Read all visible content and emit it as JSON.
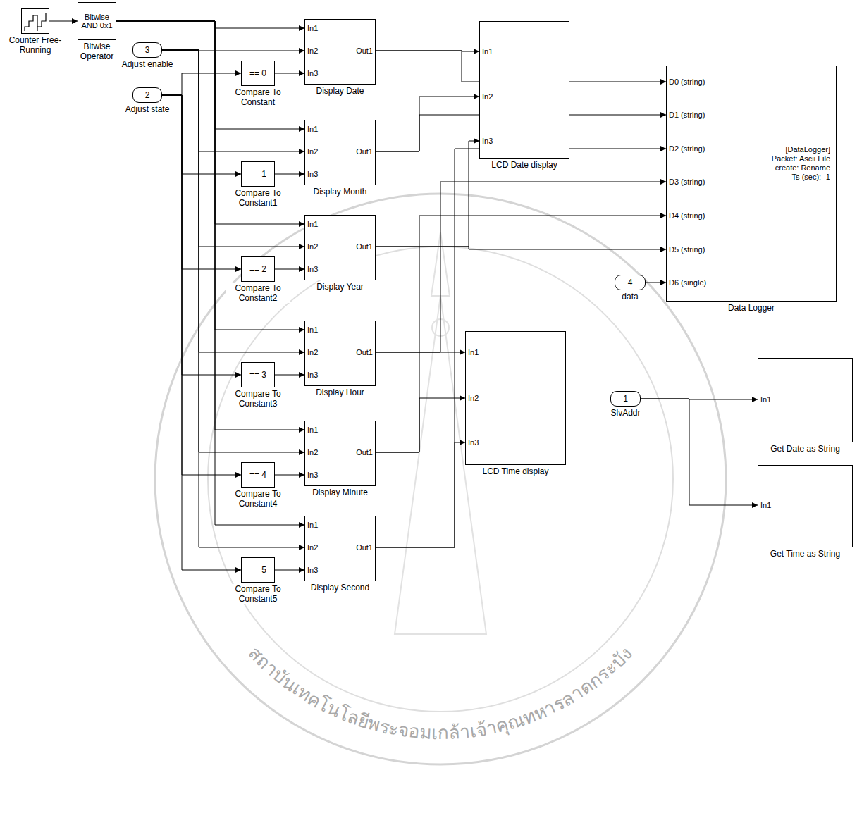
{
  "diagram": {
    "nodes": [
      {
        "text": [
          "Counter Free-Running"
        ]
      },
      {
        "text": [
          "Bitwise AND 0x1",
          "Bitwise Operator"
        ]
      },
      {
        "text": [
          "3",
          "Adjust enable"
        ]
      },
      {
        "text": [
          "2",
          "Adjust state"
        ]
      },
      {
        "text": [
          "== 0",
          "Compare To Constant"
        ]
      },
      {
        "text": [
          "In1",
          "In2",
          "In3",
          "Out1",
          "Display Date"
        ]
      },
      {
        "text": [
          "== 1",
          "Compare To Constant1"
        ]
      },
      {
        "text": [
          "In1",
          "In2",
          "In3",
          "Out1",
          "Display Month"
        ]
      },
      {
        "text": [
          "== 2",
          "Compare To Constant2"
        ]
      },
      {
        "text": [
          "In1",
          "In2",
          "In3",
          "Out1",
          "Display Year"
        ]
      },
      {
        "text": [
          "== 3",
          "Compare To Constant3"
        ]
      },
      {
        "text": [
          "In1",
          "In2",
          "In3",
          "Out1",
          "Display Hour"
        ]
      },
      {
        "text": [
          "== 4",
          "Compare To Constant4"
        ]
      },
      {
        "text": [
          "In1",
          "In2",
          "In3",
          "Out1",
          "Display Minute"
        ]
      },
      {
        "text": [
          "== 5",
          "Compare To Constant5"
        ]
      },
      {
        "text": [
          "In1",
          "In2",
          "In3",
          "Out1",
          "Display Second"
        ]
      },
      {
        "text": [
          "In1",
          "In2",
          "In3",
          "LCD Date display"
        ]
      },
      {
        "text": [
          "In1",
          "In2",
          "In3",
          "LCD Time display"
        ]
      },
      {
        "text": [
          "D0 (string)",
          "D1 (string)",
          "D2 (string)",
          "D3 (string)",
          "D4 (string)",
          "D5 (string)",
          "D6 (single)",
          "[DataLogger] Packet: Ascii File create: Rename Ts (sec): -1",
          "Data Logger"
        ]
      },
      {
        "text": [
          "4",
          "data"
        ]
      },
      {
        "text": [
          "1",
          "SlvAddr"
        ]
      },
      {
        "text": [
          "In1",
          "Get Date as String"
        ]
      },
      {
        "text": [
          "In1",
          "Get Time as String"
        ]
      }
    ],
    "edges": [
      {
        "from": 0,
        "to": 1,
        "arrow": "to"
      },
      {
        "from": 1,
        "to": 5,
        "arrow": "to"
      },
      {
        "from": 1,
        "to": 7,
        "arrow": "to"
      },
      {
        "from": 1,
        "to": 9,
        "arrow": "to"
      },
      {
        "from": 1,
        "to": 11,
        "arrow": "to"
      },
      {
        "from": 1,
        "to": 13,
        "arrow": "to"
      },
      {
        "from": 1,
        "to": 15,
        "arrow": "to"
      },
      {
        "from": 2,
        "to": 5,
        "arrow": "to"
      },
      {
        "from": 2,
        "to": 7,
        "arrow": "to"
      },
      {
        "from": 2,
        "to": 9,
        "arrow": "to"
      },
      {
        "from": 2,
        "to": 11,
        "arrow": "to"
      },
      {
        "from": 2,
        "to": 13,
        "arrow": "to"
      },
      {
        "from": 2,
        "to": 15,
        "arrow": "to"
      },
      {
        "from": 3,
        "to": 4,
        "arrow": "to"
      },
      {
        "from": 3,
        "to": 6,
        "arrow": "to"
      },
      {
        "from": 3,
        "to": 8,
        "arrow": "to"
      },
      {
        "from": 3,
        "to": 10,
        "arrow": "to"
      },
      {
        "from": 3,
        "to": 12,
        "arrow": "to"
      },
      {
        "from": 3,
        "to": 14,
        "arrow": "to"
      },
      {
        "from": 4,
        "to": 5,
        "arrow": "to"
      },
      {
        "from": 6,
        "to": 7,
        "arrow": "to"
      },
      {
        "from": 8,
        "to": 9,
        "arrow": "to"
      },
      {
        "from": 10,
        "to": 11,
        "arrow": "to"
      },
      {
        "from": 12,
        "to": 13,
        "arrow": "to"
      },
      {
        "from": 14,
        "to": 15,
        "arrow": "to"
      },
      {
        "from": 5,
        "to": 16,
        "arrow": "to"
      },
      {
        "from": 5,
        "to": 18,
        "arrow": "to"
      },
      {
        "from": 7,
        "to": 16,
        "arrow": "to"
      },
      {
        "from": 7,
        "to": 18,
        "arrow": "to"
      },
      {
        "from": 9,
        "to": 16,
        "arrow": "to"
      },
      {
        "from": 9,
        "to": 18,
        "arrow": "to"
      },
      {
        "from": 11,
        "to": 17,
        "arrow": "to"
      },
      {
        "from": 11,
        "to": 18,
        "arrow": "to"
      },
      {
        "from": 13,
        "to": 17,
        "arrow": "to"
      },
      {
        "from": 13,
        "to": 18,
        "arrow": "to"
      },
      {
        "from": 15,
        "to": 17,
        "arrow": "to"
      },
      {
        "from": 15,
        "to": 18,
        "arrow": "to"
      },
      {
        "from": 19,
        "to": 18,
        "arrow": "to"
      },
      {
        "from": 20,
        "to": 21,
        "arrow": "to"
      },
      {
        "from": 20,
        "to": 22,
        "arrow": "to"
      }
    ],
    "labels": [
      "สถาบันเทคโนโลยีพระจอมเกล้าเจ้าคุณทหารลาดกระบัง"
    ]
  }
}
